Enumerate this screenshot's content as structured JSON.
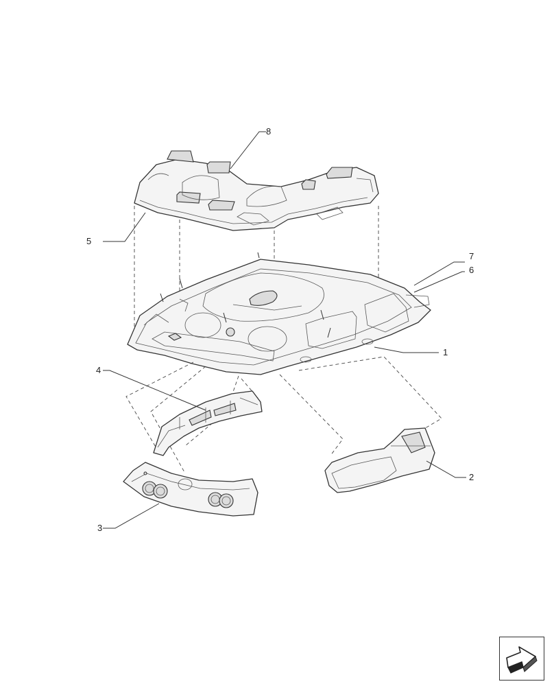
{
  "callouts": [
    "1",
    "2",
    "3",
    "4",
    "5",
    "6",
    "7",
    "8"
  ],
  "icons": {
    "navigation": "arrow-icon"
  }
}
